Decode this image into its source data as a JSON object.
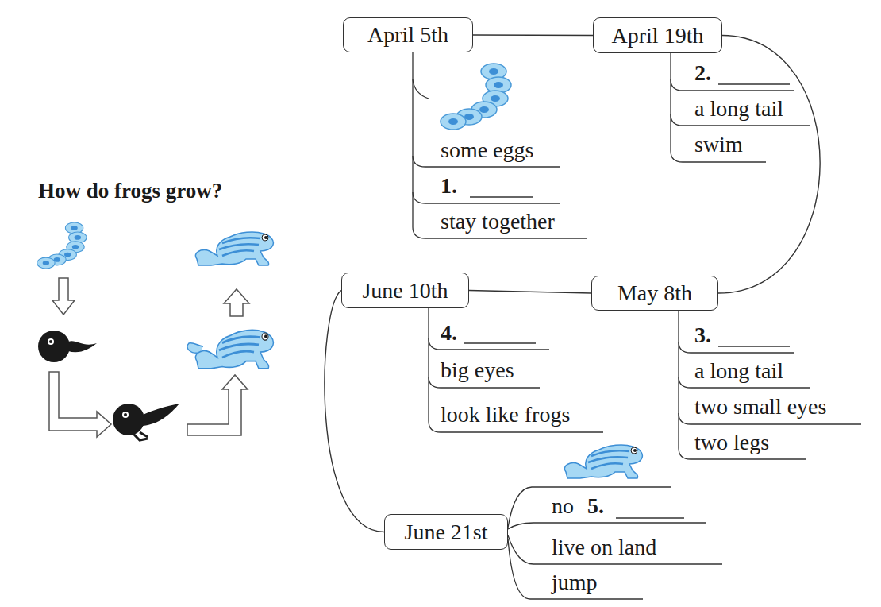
{
  "diagram": {
    "title": "How do frogs grow?",
    "nodes": [
      {
        "text": [
          "April 5th"
        ]
      },
      {
        "text": [
          "April 19th"
        ]
      },
      {
        "text": [
          "May 8th"
        ]
      },
      {
        "text": [
          "June 10th"
        ]
      },
      {
        "text": [
          "June 21st"
        ]
      }
    ],
    "edges": [
      {
        "from": 0,
        "to": 1,
        "arrow": "none"
      },
      {
        "from": 1,
        "to": 2,
        "arrow": "none"
      },
      {
        "from": 2,
        "to": 3,
        "arrow": "none"
      },
      {
        "from": 3,
        "to": 4,
        "arrow": "none"
      }
    ],
    "labels": [
      "some eggs",
      "1.",
      "stay together",
      "2.",
      "a long tail",
      "swim",
      "3.",
      "a long tail",
      "two small eyes",
      "two legs",
      "4.",
      "big eyes",
      "look like frogs",
      "no",
      "5.",
      "live on land",
      "jump"
    ]
  }
}
